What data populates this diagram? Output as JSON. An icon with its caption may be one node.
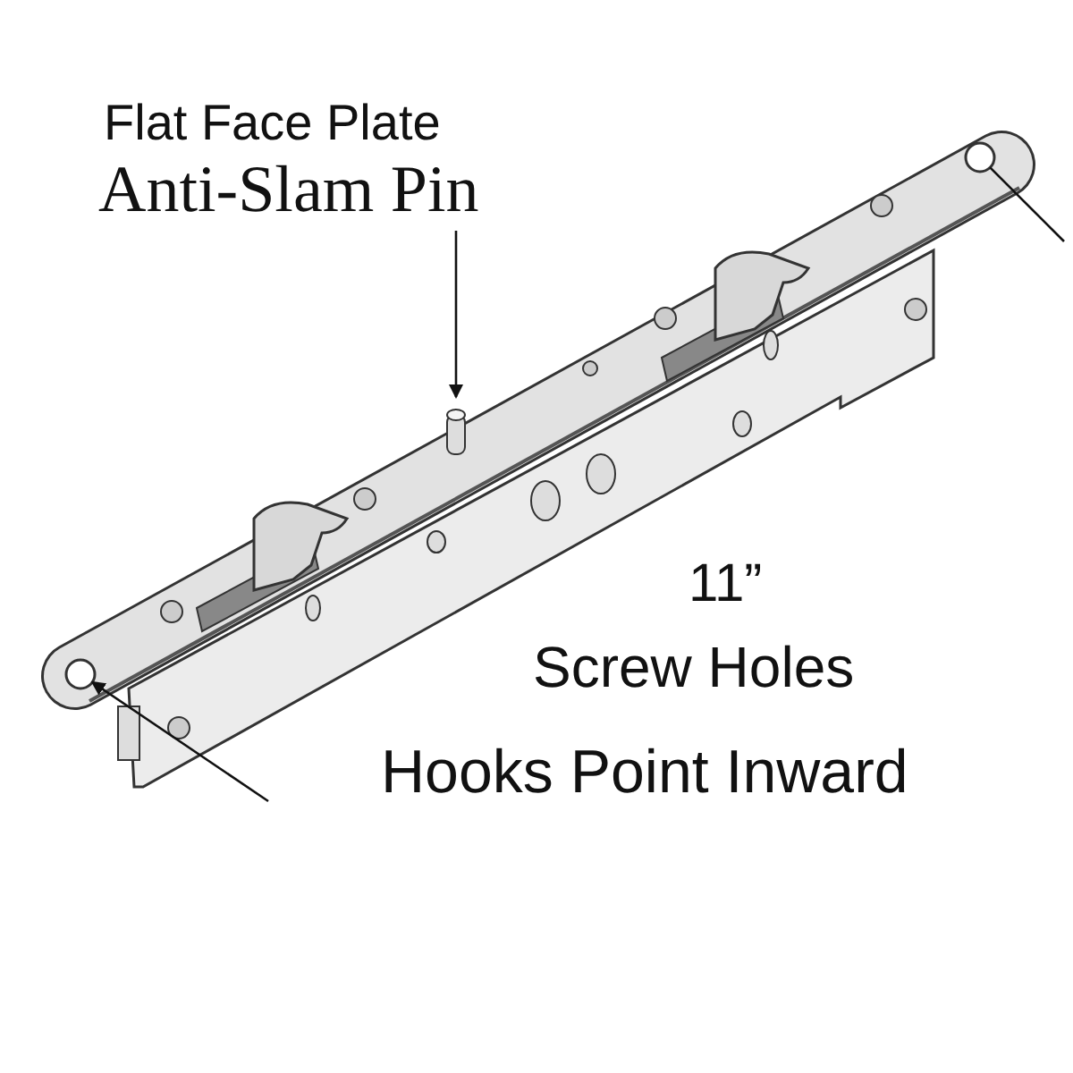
{
  "diagram": {
    "nodes": [
      {
        "text": [
          "Anti-Slam Pin"
        ]
      },
      {
        "text": [],
        "shape": "circle"
      },
      {
        "text": [],
        "shape": "circle"
      }
    ],
    "edges": [
      {
        "from": 0,
        "to": null,
        "arrow": "to"
      },
      {
        "from": null,
        "to": 1,
        "arrow": "none"
      },
      {
        "from": null,
        "to": 2,
        "arrow": "to"
      }
    ],
    "labels": [
      "Flat Face Plate",
      "11”",
      "Screw Holes",
      "Hooks Point Inward"
    ]
  }
}
